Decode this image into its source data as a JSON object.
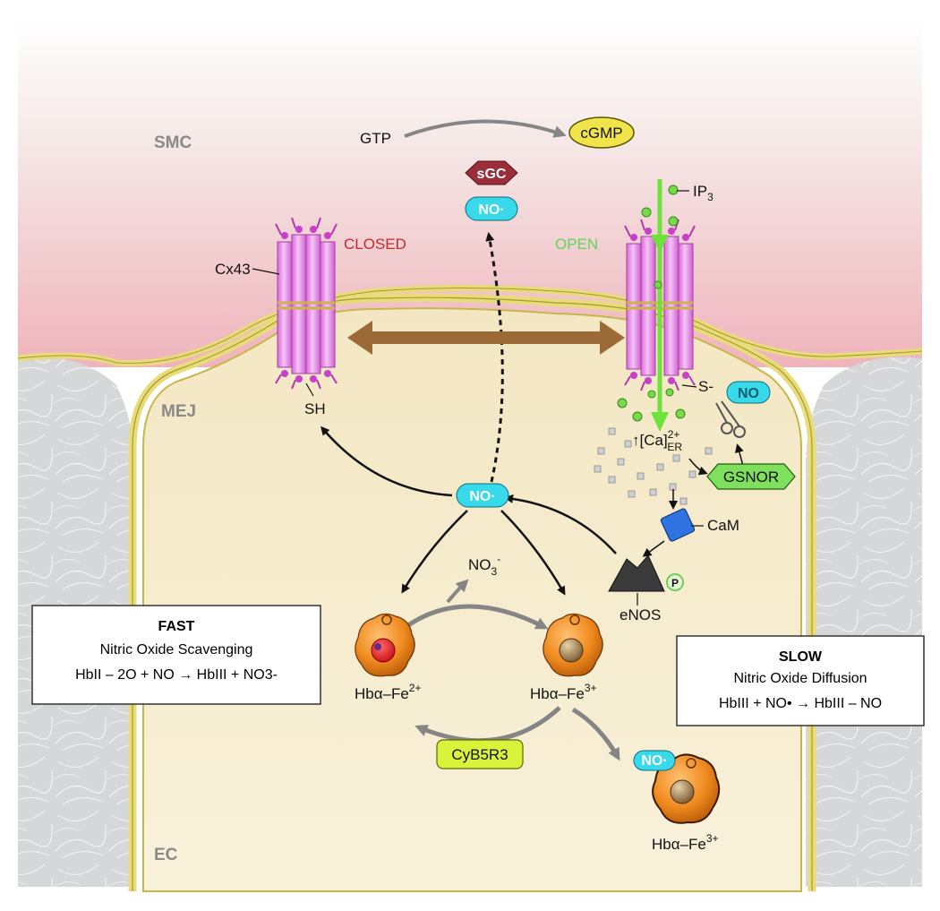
{
  "regions": {
    "smc": "SMC",
    "mej": "MEJ",
    "ec": "EC"
  },
  "labels": {
    "gtp": "GTP",
    "cgmp": "cGMP",
    "sgc": "sGC",
    "no_radical": "NO·",
    "ip3": "IP",
    "ip3_sub": "3",
    "closed": "CLOSED",
    "open": "OPEN",
    "cx43": "Cx43",
    "sh": "SH",
    "s_minus": "S-",
    "no_plain": "NO",
    "ca_prefix": "↑[Ca]",
    "ca_sup": "2+",
    "ca_sub": "ER",
    "gsnor": "GSNOR",
    "cam": "CaM",
    "enos": "eNOS",
    "phospho": "P",
    "no3": "NO",
    "no3_sub": "3",
    "no3_sup": "-",
    "cyb5r3": "CyB5R3",
    "hb_base": "Hbα–Fe",
    "hb_fe2_sup": "2+",
    "hb_fe3_sup": "3+"
  },
  "fast_box": {
    "title": "FAST",
    "subtitle": "Nitric Oxide Scavenging",
    "equation": "HbII – 2O + NO → HbIII + NO3-"
  },
  "slow_box": {
    "title": "SLOW",
    "subtitle": "Nitric Oxide Diffusion",
    "equation": "HbIII + NO• → HbIII – NO"
  },
  "colors": {
    "smc_top": "#f6efec",
    "smc_bottom": "#eeb8bf",
    "ec_fill": "#f6edcf",
    "membrane": "#e8dc7a",
    "interstitium": "#d8d9da",
    "connexin": "#e88ee8",
    "closed_text": "#c8282b",
    "open_text": "#63d35a",
    "no_pill": "#38d9ea",
    "sgc_fill": "#9a2f3a",
    "cgmp_fill": "#f0e44a",
    "gsnor_fill": "#7ee05c",
    "cyb5r3_fill": "#d9f23a",
    "cam_fill": "#2e73e0",
    "enos_fill": "#3a3a3a",
    "hb_orange": "#ef8a1e",
    "heme_red": "#e0191e",
    "heme_brown": "#8b6a3e",
    "bridge_brown": "#9b6a36",
    "green_arrow": "#6ee23a",
    "gray_arrow": "#858585"
  }
}
